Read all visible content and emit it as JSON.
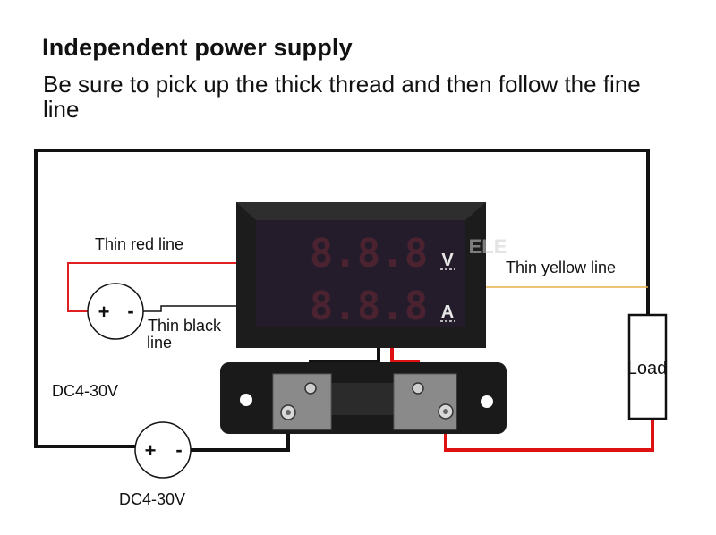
{
  "header": {
    "title": "Independent power supply",
    "subtitle": "Be sure to pick up the thick thread and then follow the fine line"
  },
  "labels": {
    "thin_red": "Thin red line",
    "thin_black_1": "Thin black",
    "thin_black_2": "line",
    "thin_yellow": "Thin yellow line",
    "dc_left": "DC4-30V",
    "dc_bottom": "DC4-30V",
    "load": "Load",
    "plus": "+",
    "minus": "-",
    "unit_v": "V",
    "unit_a": "A",
    "digits_top": "8.8.8",
    "digits_bottom": "8.8.8",
    "watermark": "ELE"
  },
  "colors": {
    "thick_black": "#111111",
    "thick_red": "#dd1111",
    "thin_red": "#e02020",
    "thin_black": "#111111",
    "thin_yellow": "#e8b24a",
    "display_bg": "#241c2a",
    "segment": "#4a2230"
  }
}
